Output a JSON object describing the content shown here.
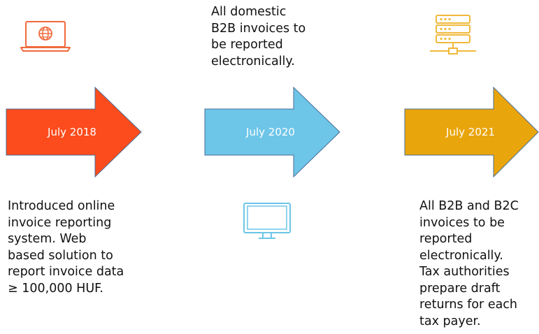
{
  "milestones": [
    {
      "date": "July 2018",
      "description": "Introduced online invoice reporting system. Web based solution to report invoice data ≥ 100,000 HUF.",
      "color": "#fc4b1c",
      "icon": "laptop-globe-icon"
    },
    {
      "date": "July 2020",
      "description": "All domestic B2B invoices to be reported electronically.",
      "color": "#6dc5e8",
      "icon": "monitor-icon"
    },
    {
      "date": "July 2021",
      "description": "All B2B and B2C invoices to be reported electronically. Tax authorities prepare draft returns for each tax payer.",
      "color": "#e9a50c",
      "icon": "server-network-icon"
    }
  ],
  "colors": {
    "icon_orange": "#f06a3b",
    "icon_blue": "#6dc5e8",
    "icon_gold": "#f0b83a",
    "arrow_outline": "#4a6f97"
  }
}
